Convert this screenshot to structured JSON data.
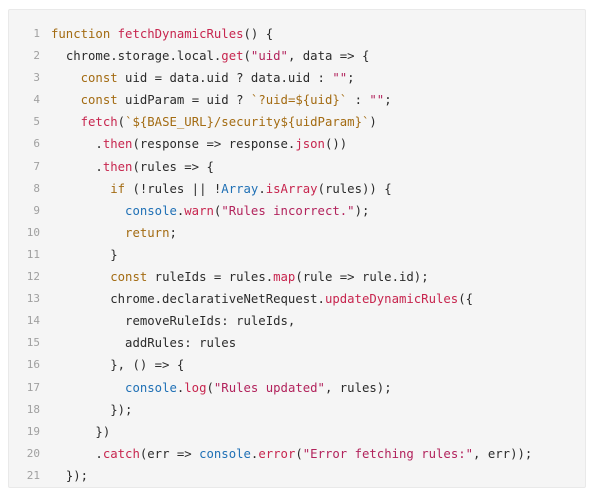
{
  "colors": {
    "panel_background": "#f5f5f5",
    "line_number": "#a0a0a0",
    "keyword": "#a36b12",
    "function": "#c7254e",
    "string": "#b2235c",
    "object": "#1f70b5",
    "text": "#2b2b2b"
  },
  "code_block": {
    "lines": [
      {
        "number": "1",
        "indent": "",
        "tokens": [
          {
            "type": "kw",
            "text": "function"
          },
          {
            "type": "plain",
            "text": " "
          },
          {
            "type": "fn",
            "text": "fetchDynamicRules"
          },
          {
            "type": "plain",
            "text": "() {"
          }
        ]
      },
      {
        "number": "2",
        "indent": "  ",
        "tokens": [
          {
            "type": "plain",
            "text": "chrome.storage.local."
          },
          {
            "type": "fn",
            "text": "get"
          },
          {
            "type": "plain",
            "text": "("
          },
          {
            "type": "str",
            "text": "\"uid\""
          },
          {
            "type": "plain",
            "text": ", data => {"
          }
        ]
      },
      {
        "number": "3",
        "indent": "    ",
        "tokens": [
          {
            "type": "kw",
            "text": "const"
          },
          {
            "type": "plain",
            "text": " uid = data.uid ? data.uid : "
          },
          {
            "type": "str",
            "text": "\"\""
          },
          {
            "type": "plain",
            "text": ";"
          }
        ]
      },
      {
        "number": "4",
        "indent": "    ",
        "tokens": [
          {
            "type": "kw",
            "text": "const"
          },
          {
            "type": "plain",
            "text": " uidParam = uid ? "
          },
          {
            "type": "tpl",
            "text": "`?uid=${uid}`"
          },
          {
            "type": "plain",
            "text": " : "
          },
          {
            "type": "str",
            "text": "\"\""
          },
          {
            "type": "plain",
            "text": ";"
          }
        ]
      },
      {
        "number": "5",
        "indent": "    ",
        "tokens": [
          {
            "type": "fn",
            "text": "fetch"
          },
          {
            "type": "plain",
            "text": "("
          },
          {
            "type": "tpl",
            "text": "`${BASE_URL}/security${uidParam}`"
          },
          {
            "type": "plain",
            "text": ")"
          }
        ]
      },
      {
        "number": "6",
        "indent": "      ",
        "tokens": [
          {
            "type": "plain",
            "text": "."
          },
          {
            "type": "fn",
            "text": "then"
          },
          {
            "type": "plain",
            "text": "(response => response."
          },
          {
            "type": "fn",
            "text": "json"
          },
          {
            "type": "plain",
            "text": "())"
          }
        ]
      },
      {
        "number": "7",
        "indent": "      ",
        "tokens": [
          {
            "type": "plain",
            "text": "."
          },
          {
            "type": "fn",
            "text": "then"
          },
          {
            "type": "plain",
            "text": "(rules => {"
          }
        ]
      },
      {
        "number": "8",
        "indent": "        ",
        "tokens": [
          {
            "type": "kw",
            "text": "if"
          },
          {
            "type": "plain",
            "text": " (!rules || !"
          },
          {
            "type": "obj",
            "text": "Array"
          },
          {
            "type": "plain",
            "text": "."
          },
          {
            "type": "fn",
            "text": "isArray"
          },
          {
            "type": "plain",
            "text": "(rules)) {"
          }
        ]
      },
      {
        "number": "9",
        "indent": "          ",
        "tokens": [
          {
            "type": "obj",
            "text": "console"
          },
          {
            "type": "plain",
            "text": "."
          },
          {
            "type": "fn",
            "text": "warn"
          },
          {
            "type": "plain",
            "text": "("
          },
          {
            "type": "str",
            "text": "\"Rules incorrect.\""
          },
          {
            "type": "plain",
            "text": ");"
          }
        ]
      },
      {
        "number": "10",
        "indent": "          ",
        "tokens": [
          {
            "type": "kw",
            "text": "return"
          },
          {
            "type": "plain",
            "text": ";"
          }
        ]
      },
      {
        "number": "11",
        "indent": "        ",
        "tokens": [
          {
            "type": "plain",
            "text": "}"
          }
        ]
      },
      {
        "number": "12",
        "indent": "        ",
        "tokens": [
          {
            "type": "kw",
            "text": "const"
          },
          {
            "type": "plain",
            "text": " ruleIds = rules."
          },
          {
            "type": "fn",
            "text": "map"
          },
          {
            "type": "plain",
            "text": "(rule => rule.id);"
          }
        ]
      },
      {
        "number": "13",
        "indent": "        ",
        "tokens": [
          {
            "type": "plain",
            "text": "chrome.declarativeNetRequest."
          },
          {
            "type": "fn",
            "text": "updateDynamicRules"
          },
          {
            "type": "plain",
            "text": "({"
          }
        ]
      },
      {
        "number": "14",
        "indent": "          ",
        "tokens": [
          {
            "type": "plain",
            "text": "removeRuleIds: ruleIds,"
          }
        ]
      },
      {
        "number": "15",
        "indent": "          ",
        "tokens": [
          {
            "type": "plain",
            "text": "addRules: rules"
          }
        ]
      },
      {
        "number": "16",
        "indent": "        ",
        "tokens": [
          {
            "type": "plain",
            "text": "}, () => {"
          }
        ]
      },
      {
        "number": "17",
        "indent": "          ",
        "tokens": [
          {
            "type": "obj",
            "text": "console"
          },
          {
            "type": "plain",
            "text": "."
          },
          {
            "type": "fn",
            "text": "log"
          },
          {
            "type": "plain",
            "text": "("
          },
          {
            "type": "str",
            "text": "\"Rules updated\""
          },
          {
            "type": "plain",
            "text": ", rules);"
          }
        ]
      },
      {
        "number": "18",
        "indent": "        ",
        "tokens": [
          {
            "type": "plain",
            "text": "});"
          }
        ]
      },
      {
        "number": "19",
        "indent": "      ",
        "tokens": [
          {
            "type": "plain",
            "text": "})"
          }
        ]
      },
      {
        "number": "20",
        "indent": "      ",
        "tokens": [
          {
            "type": "plain",
            "text": "."
          },
          {
            "type": "fn",
            "text": "catch"
          },
          {
            "type": "plain",
            "text": "(err => "
          },
          {
            "type": "obj",
            "text": "console"
          },
          {
            "type": "plain",
            "text": "."
          },
          {
            "type": "fn",
            "text": "error"
          },
          {
            "type": "plain",
            "text": "("
          },
          {
            "type": "str",
            "text": "\"Error fetching rules:\""
          },
          {
            "type": "plain",
            "text": ", err));"
          }
        ]
      },
      {
        "number": "21",
        "indent": "  ",
        "tokens": [
          {
            "type": "plain",
            "text": "});"
          }
        ]
      }
    ]
  }
}
